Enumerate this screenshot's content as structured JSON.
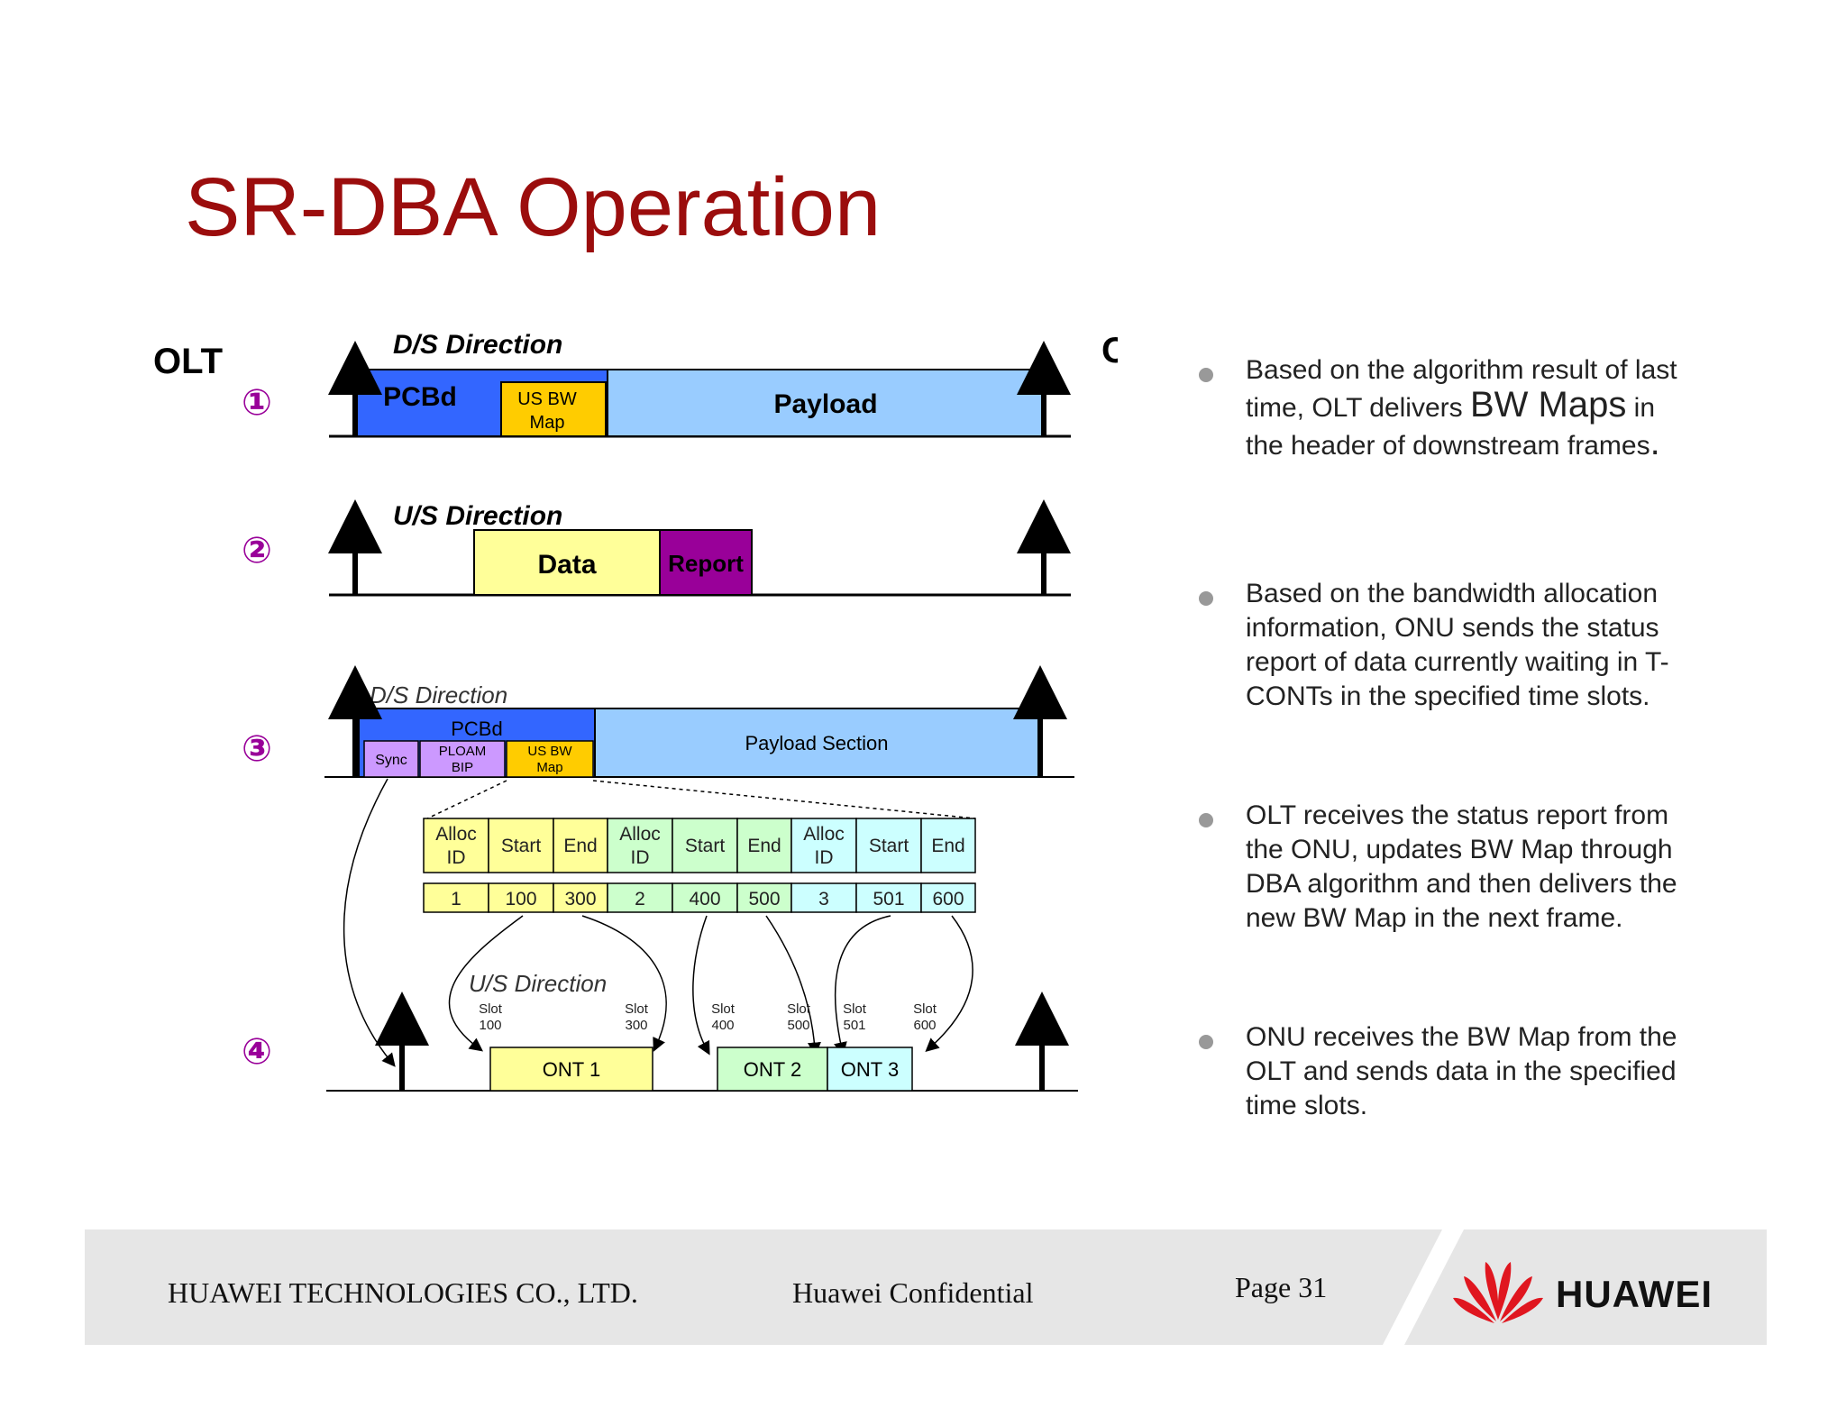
{
  "title": "SR-DBA Operation",
  "labels": {
    "olt": "OLT",
    "ont": "ONT",
    "step1": "①",
    "step2": "②",
    "step3": "③",
    "step4": "④"
  },
  "frame1": {
    "direction": "D/S Direction",
    "pcbd": "PCBd",
    "usbw_line1": "US BW",
    "usbw_line2": "Map",
    "payload": "Payload"
  },
  "frame2": {
    "direction": "U/S Direction",
    "data": "Data",
    "report": "Report"
  },
  "frame3": {
    "direction": "D/S Direction",
    "pcbd": "PCBd",
    "sync": "Sync",
    "ploam_line1": "PLOAM",
    "ploam_line2": "BIP",
    "usbw_line1": "US BW",
    "usbw_line2": "Map",
    "payload": "Payload Section"
  },
  "bwmap": {
    "headers": [
      {
        "line1": "Alloc",
        "line2": "ID"
      },
      {
        "line1": "Start",
        "line2": ""
      },
      {
        "line1": "End",
        "line2": ""
      },
      {
        "line1": "Alloc",
        "line2": "ID"
      },
      {
        "line1": "Start",
        "line2": ""
      },
      {
        "line1": "End",
        "line2": ""
      },
      {
        "line1": "Alloc",
        "line2": "ID"
      },
      {
        "line1": "Start",
        "line2": ""
      },
      {
        "line1": "End",
        "line2": ""
      }
    ],
    "values": [
      "1",
      "100",
      "300",
      "2",
      "400",
      "500",
      "3",
      "501",
      "600"
    ]
  },
  "frame4": {
    "direction": "U/S Direction",
    "ont1": "ONT 1",
    "ont2": "ONT 2",
    "ont3": "ONT 3",
    "slots": [
      {
        "line1": "Slot",
        "line2": "100"
      },
      {
        "line1": "Slot",
        "line2": "300"
      },
      {
        "line1": "Slot",
        "line2": "400"
      },
      {
        "line1": "Slot",
        "line2": "500"
      },
      {
        "line1": "Slot",
        "line2": "501"
      },
      {
        "line1": "Slot",
        "line2": "600"
      }
    ]
  },
  "colors": {
    "title": "#9b0d0d",
    "pcbd": "#3366ff",
    "usbw": "#ffcc00",
    "payload": "#99ccff",
    "data": "#ffff99",
    "report": "#990099",
    "sync": "#cc99ff",
    "green": "#ccffcc",
    "cyan": "#ccffff",
    "step": "#990099"
  },
  "bullets": {
    "b1": {
      "part1": "Based on the algorithm result of last time, OLT delivers ",
      "big1": "BW Maps",
      "part2": " in the header of downstream frames",
      "period": "."
    },
    "b2": "Based on the bandwidth allocation information, ONU sends the status report of  data currently waiting in T-CONTs in the specified time slots.",
    "b3": "OLT receives the status report from the ONU, updates BW Map through DBA algorithm and then delivers the new BW Map in the next frame.",
    "b4": "ONU receives the BW Map from the OLT and sends data in the specified time slots."
  },
  "footer": {
    "company": "HUAWEI TECHNOLOGIES CO., LTD.",
    "confidential": "Huawei Confidential",
    "page": "Page 31",
    "logo": "HUAWEI"
  }
}
